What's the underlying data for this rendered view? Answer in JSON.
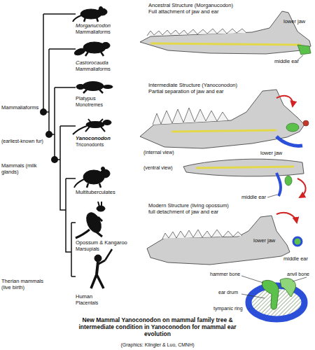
{
  "diagram": {
    "caption": "New Mammal Yanoconodon on mammal family tree & intermediate condition in Yanoconodon for mammal ear evolution",
    "labels": [
      "Morganucodon",
      "Mammaliaforms",
      "Castorocauda",
      "Mammaliaforms",
      "Mammaliaforms",
      "(earliest-known fur)",
      "Platypus",
      "Monotremes",
      "Mammals (milk glands)",
      "Yanoconodon",
      "Triconodonts",
      "Multituberculates",
      "Opossum & Kangaroo",
      "Marsupials",
      "Therian mammals (live birth)",
      "Human",
      "Placentals",
      "Ancestral Structure (Morganucodon)",
      "Full attachment of jaw and ear",
      "lower jaw",
      "middle ear",
      "Intermediate Structure (Yanoconodon)",
      "Partial separation of jaw and ear",
      "(internal view)",
      "lower jaw",
      "(ventral view)",
      "middle ear",
      "Modern Structure (living opossum)",
      "full detachment of jaw and ear",
      "lower jaw",
      "middle ear",
      "hammer bone",
      "anvil bone",
      "ear drum",
      "tympanic ring",
      "(Graphics: Klingler & Luo, CMNH)"
    ]
  }
}
